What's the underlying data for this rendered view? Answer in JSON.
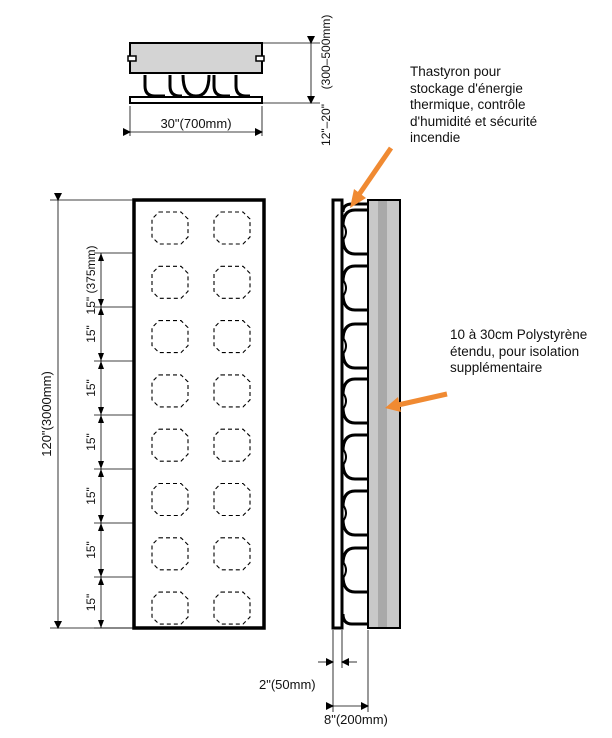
{
  "annotations": {
    "thastyron": "Thastyron pour\nstockage d'énergie\nthermique, contrôle\nd'humidité et sécurité\nincendie",
    "polystyrene": "10 à 30cm Polystyrène\nétendu, pour isolation\nsupplémentaire"
  },
  "dimensions": {
    "top_width": "30\"(700mm)",
    "top_height_imperial": "12\"–20\"",
    "top_height_metric": "(300–500mm)",
    "panel_height": "120\"(3000mm)",
    "spacing_labels": [
      "15\"  (375mm)",
      "15\"",
      "15\"",
      "15\"",
      "15\"",
      "15\"",
      "15\""
    ],
    "wall_thickness": "2\"(50mm)",
    "total_thickness": "8\"(200mm)"
  },
  "colors": {
    "arrow": "#f08a32",
    "insulation": "#c8c8c8",
    "insulation_band": "#a9a9a9",
    "panel_top": "#d4d4d4",
    "line": "#000000"
  }
}
